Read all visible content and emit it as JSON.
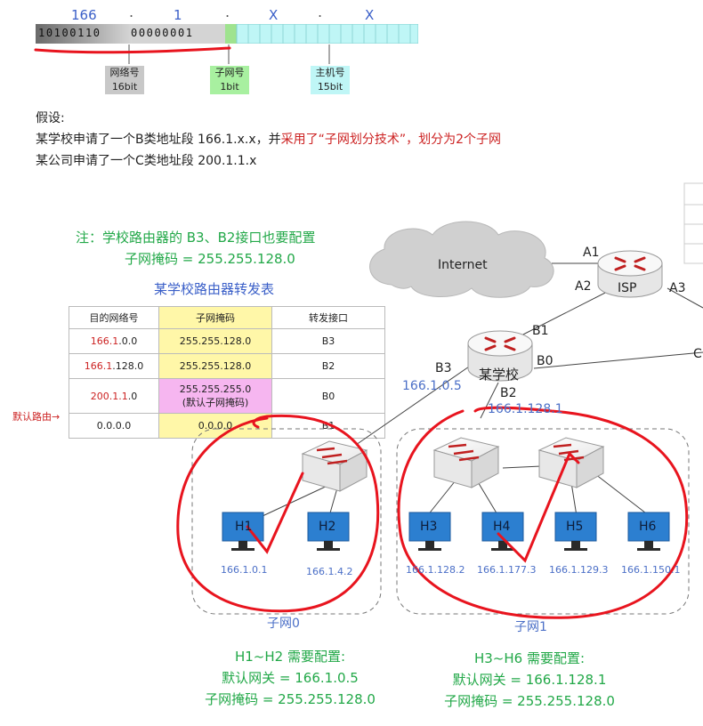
{
  "address": {
    "octets": [
      "166",
      "1",
      "X",
      "X"
    ],
    "bits_net": "10100110",
    "bits_sub": "00000001",
    "fields": [
      {
        "name": "网络号",
        "bits": "16bit",
        "color": "#c8c8c8"
      },
      {
        "name": "子网号",
        "bits": "1bit",
        "color": "#a8f0a0"
      },
      {
        "name": "主机号",
        "bits": "15bit",
        "color": "#bff6f6"
      }
    ]
  },
  "assume": {
    "title": "假设:",
    "line1_a": "某学校申请了一个B类地址段 166.1.x.x，并",
    "line1_b": "采用了“子网划分技术”，划分为2个子网",
    "line2": "某公司申请了一个C类地址段 200.1.1.x"
  },
  "note": {
    "line1": "注：学校路由器的 B3、B2接口也要配置",
    "line2": "子网掩码 = 255.255.128.0"
  },
  "table": {
    "title": "某学校路由器转发表",
    "headers": [
      "目的网络号",
      "子网掩码",
      "转发接口"
    ],
    "rows": [
      {
        "net_red": "166.1",
        "net_rest": ".0.0",
        "mask": "255.255.128.0",
        "mask2": "",
        "iface": "B3"
      },
      {
        "net_red": "166.1",
        "net_rest": ".128.0",
        "mask": "255.255.128.0",
        "mask2": "",
        "iface": "B2"
      },
      {
        "net_red": "200.1.1",
        "net_rest": ".0",
        "mask": "255.255.255.0",
        "mask2": "(默认子网掩码)",
        "iface": "B0"
      },
      {
        "net_red": "",
        "net_rest": "0.0.0.0",
        "mask": "0.0.0.0",
        "mask2": "",
        "iface": "B1"
      }
    ],
    "default_route_label": "默认路由→"
  },
  "network": {
    "internet": "Internet",
    "isp": "ISP",
    "school": "某学校",
    "ports": {
      "a1": "A1",
      "a2": "A2",
      "a3": "A3",
      "b0": "B0",
      "b1": "B1",
      "b2": "B2",
      "b3": "B3",
      "c": "C"
    },
    "b3_ip": "166.1.0.5",
    "b2_ip": "166.1.128.1",
    "hosts": [
      {
        "name": "H1",
        "ip": "166.1.0.1"
      },
      {
        "name": "H2",
        "ip": "166.1.4.2"
      },
      {
        "name": "H3",
        "ip": "166.1.128.2"
      },
      {
        "name": "H4",
        "ip": "166.1.177.3"
      },
      {
        "name": "H5",
        "ip": "166.1.129.3"
      },
      {
        "name": "H6",
        "ip": "166.1.150.1"
      }
    ],
    "subnet0": "子网0",
    "subnet1": "子网1"
  },
  "config": {
    "left": {
      "title": "H1~H2 需要配置:",
      "gw": "默认网关 = 166.1.0.5",
      "mask": "子网掩码 = 255.255.128.0"
    },
    "right": {
      "title": "H3~H6 需要配置:",
      "gw": "默认网关 = 166.1.128.1",
      "mask": "子网掩码 = 255.255.128.0"
    }
  },
  "colors": {
    "accent_red": "#cc2222",
    "green": "#22a848",
    "blue": "#3a5fc8",
    "annotation": "#e8141e"
  }
}
